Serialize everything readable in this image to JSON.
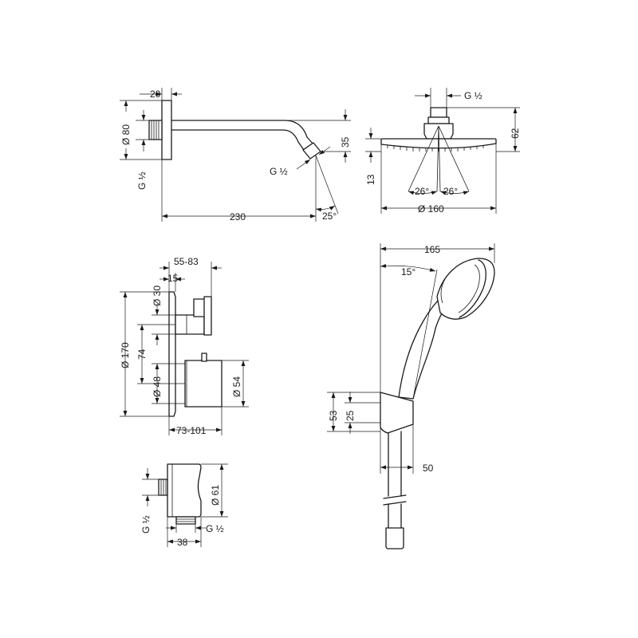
{
  "shower_arm": {
    "d_flange_width": "20",
    "d_flange_diameter": "Ø 80",
    "d_thread_wall": "G ½",
    "d_outlet_height": "35",
    "d_thread_outlet": "G ½",
    "d_arm_length": "230",
    "d_outlet_angle": "25°"
  },
  "overhead_shower": {
    "d_thread": "G ½",
    "d_total_height": "62",
    "d_head_height": "13",
    "d_spray_angle_left": "26°",
    "d_spray_angle_right": "26°",
    "d_diameter": "Ø 160"
  },
  "thermostat": {
    "d_depth_range": "55-83",
    "d_offset": "15",
    "d_diameter_top": "Ø 30",
    "d_plate_diameter": "Ø 170",
    "d_spacing": "74",
    "d_diameter_knob": "Ø 48",
    "d_diameter_cap": "Ø 54",
    "d_body_depth": "73-101"
  },
  "hand_shower": {
    "d_length": "165",
    "d_tilt_angle": "15°",
    "d_holder_height": "53",
    "d_holder_offset": "25",
    "d_projection": "50"
  },
  "wall_outlet": {
    "d_thread_side": "G ½",
    "d_height": "Ø 61",
    "d_thread_bottom": "G ½",
    "d_width": "38"
  }
}
